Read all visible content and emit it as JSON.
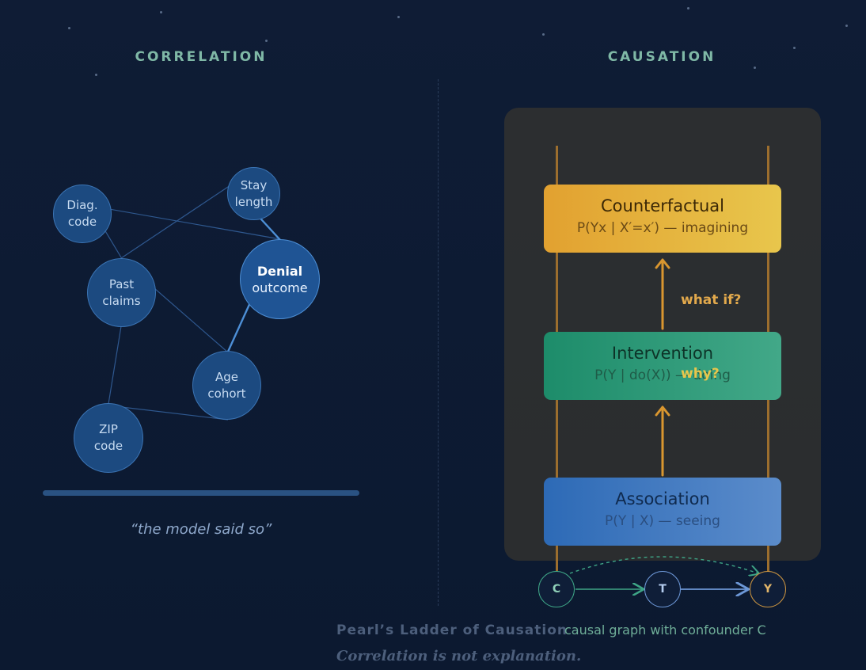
{
  "headings": {
    "left": "CORRELATION",
    "right": "CAUSATION"
  },
  "correlation": {
    "nodes": [
      {
        "id": "diag",
        "line1": "Diag.",
        "line2": "code"
      },
      {
        "id": "stay",
        "line1": "Stay",
        "line2": "length"
      },
      {
        "id": "past",
        "line1": "Past",
        "line2": "claims"
      },
      {
        "id": "denial",
        "line1": "Denial",
        "line2": "outcome"
      },
      {
        "id": "age",
        "line1": "Age",
        "line2": "cohort"
      },
      {
        "id": "zip",
        "line1": "ZIP",
        "line2": "code"
      }
    ],
    "quote": "“the model said so”"
  },
  "ladder": {
    "rungs": {
      "counterfactual": {
        "title": "Counterfactual",
        "formula": "P(Yx | X′=x′) — imagining"
      },
      "intervention": {
        "title": "Intervention",
        "formula": "P(Y | do(X)) — doing"
      },
      "association": {
        "title": "Association",
        "formula": "P(Y | X) — seeing"
      }
    },
    "labels": {
      "what_if": "what if?",
      "why": "why?"
    }
  },
  "causal_graph": {
    "nodes": {
      "c": "C",
      "t": "T",
      "y": "Y"
    }
  },
  "captions": {
    "ladder": "Pearl’s Ladder of Causation",
    "graph": "causal graph with confounder C",
    "tagline": "Correlation is not explanation."
  },
  "colors": {
    "background": "#0f1c35",
    "counterfactual": "#e2a130",
    "intervention": "#1d8c6a",
    "association": "#2d6ab6",
    "accent_gold": "#e2a94c",
    "accent_teal": "#7fb8a6"
  }
}
